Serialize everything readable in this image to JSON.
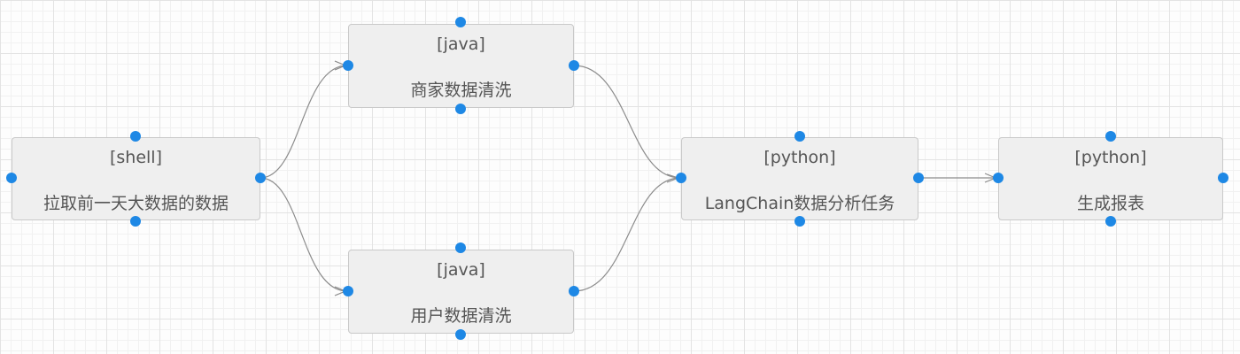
{
  "nodes": {
    "shell": {
      "type": "[shell]",
      "label": "拉取前一天大数据的数据"
    },
    "java_merchant": {
      "type": "[java]",
      "label": "商家数据清洗"
    },
    "java_user": {
      "type": "[java]",
      "label": "用户数据清洗"
    },
    "python_analysis": {
      "type": "[python]",
      "label": "LangChain数据分析任务"
    },
    "python_report": {
      "type": "[python]",
      "label": "生成报表"
    }
  },
  "colors": {
    "port": "#1e88e5",
    "edge": "#8c8c8c",
    "node_fill": "#efefef",
    "node_border": "#c9c9c9"
  }
}
